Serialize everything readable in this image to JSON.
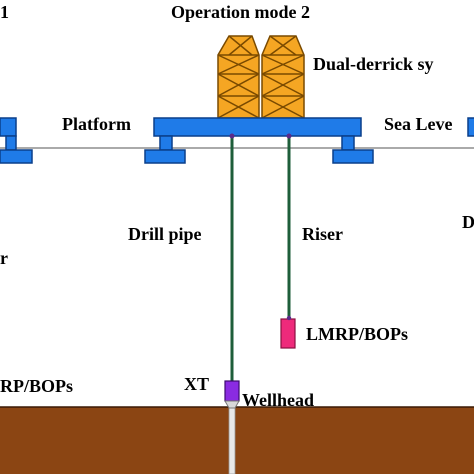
{
  "labels": {
    "mode_left_fragment": "1",
    "mode_title": "Operation mode 2",
    "dual_derrick": "Dual-derrick sy",
    "platform": "Platform",
    "sea_level": "Sea Leve",
    "drill_pipe": "Drill pipe",
    "riser": "Riser",
    "right_fragment": "D",
    "left_fragment_r": "r",
    "lmrp_bops": "LMRP/BOPs",
    "left_lmrp_bops": "RP/BOPs",
    "xt": "XT",
    "wellhead": "Wellhead"
  },
  "colors": {
    "platform": "#1f7be8",
    "derrick": "#f5a623",
    "pipe": "#1e5e3a",
    "lmrp": "#ee2a7b",
    "xt": "#8a2be2",
    "seabed": "#8b4513",
    "sea_line": "#555555"
  }
}
